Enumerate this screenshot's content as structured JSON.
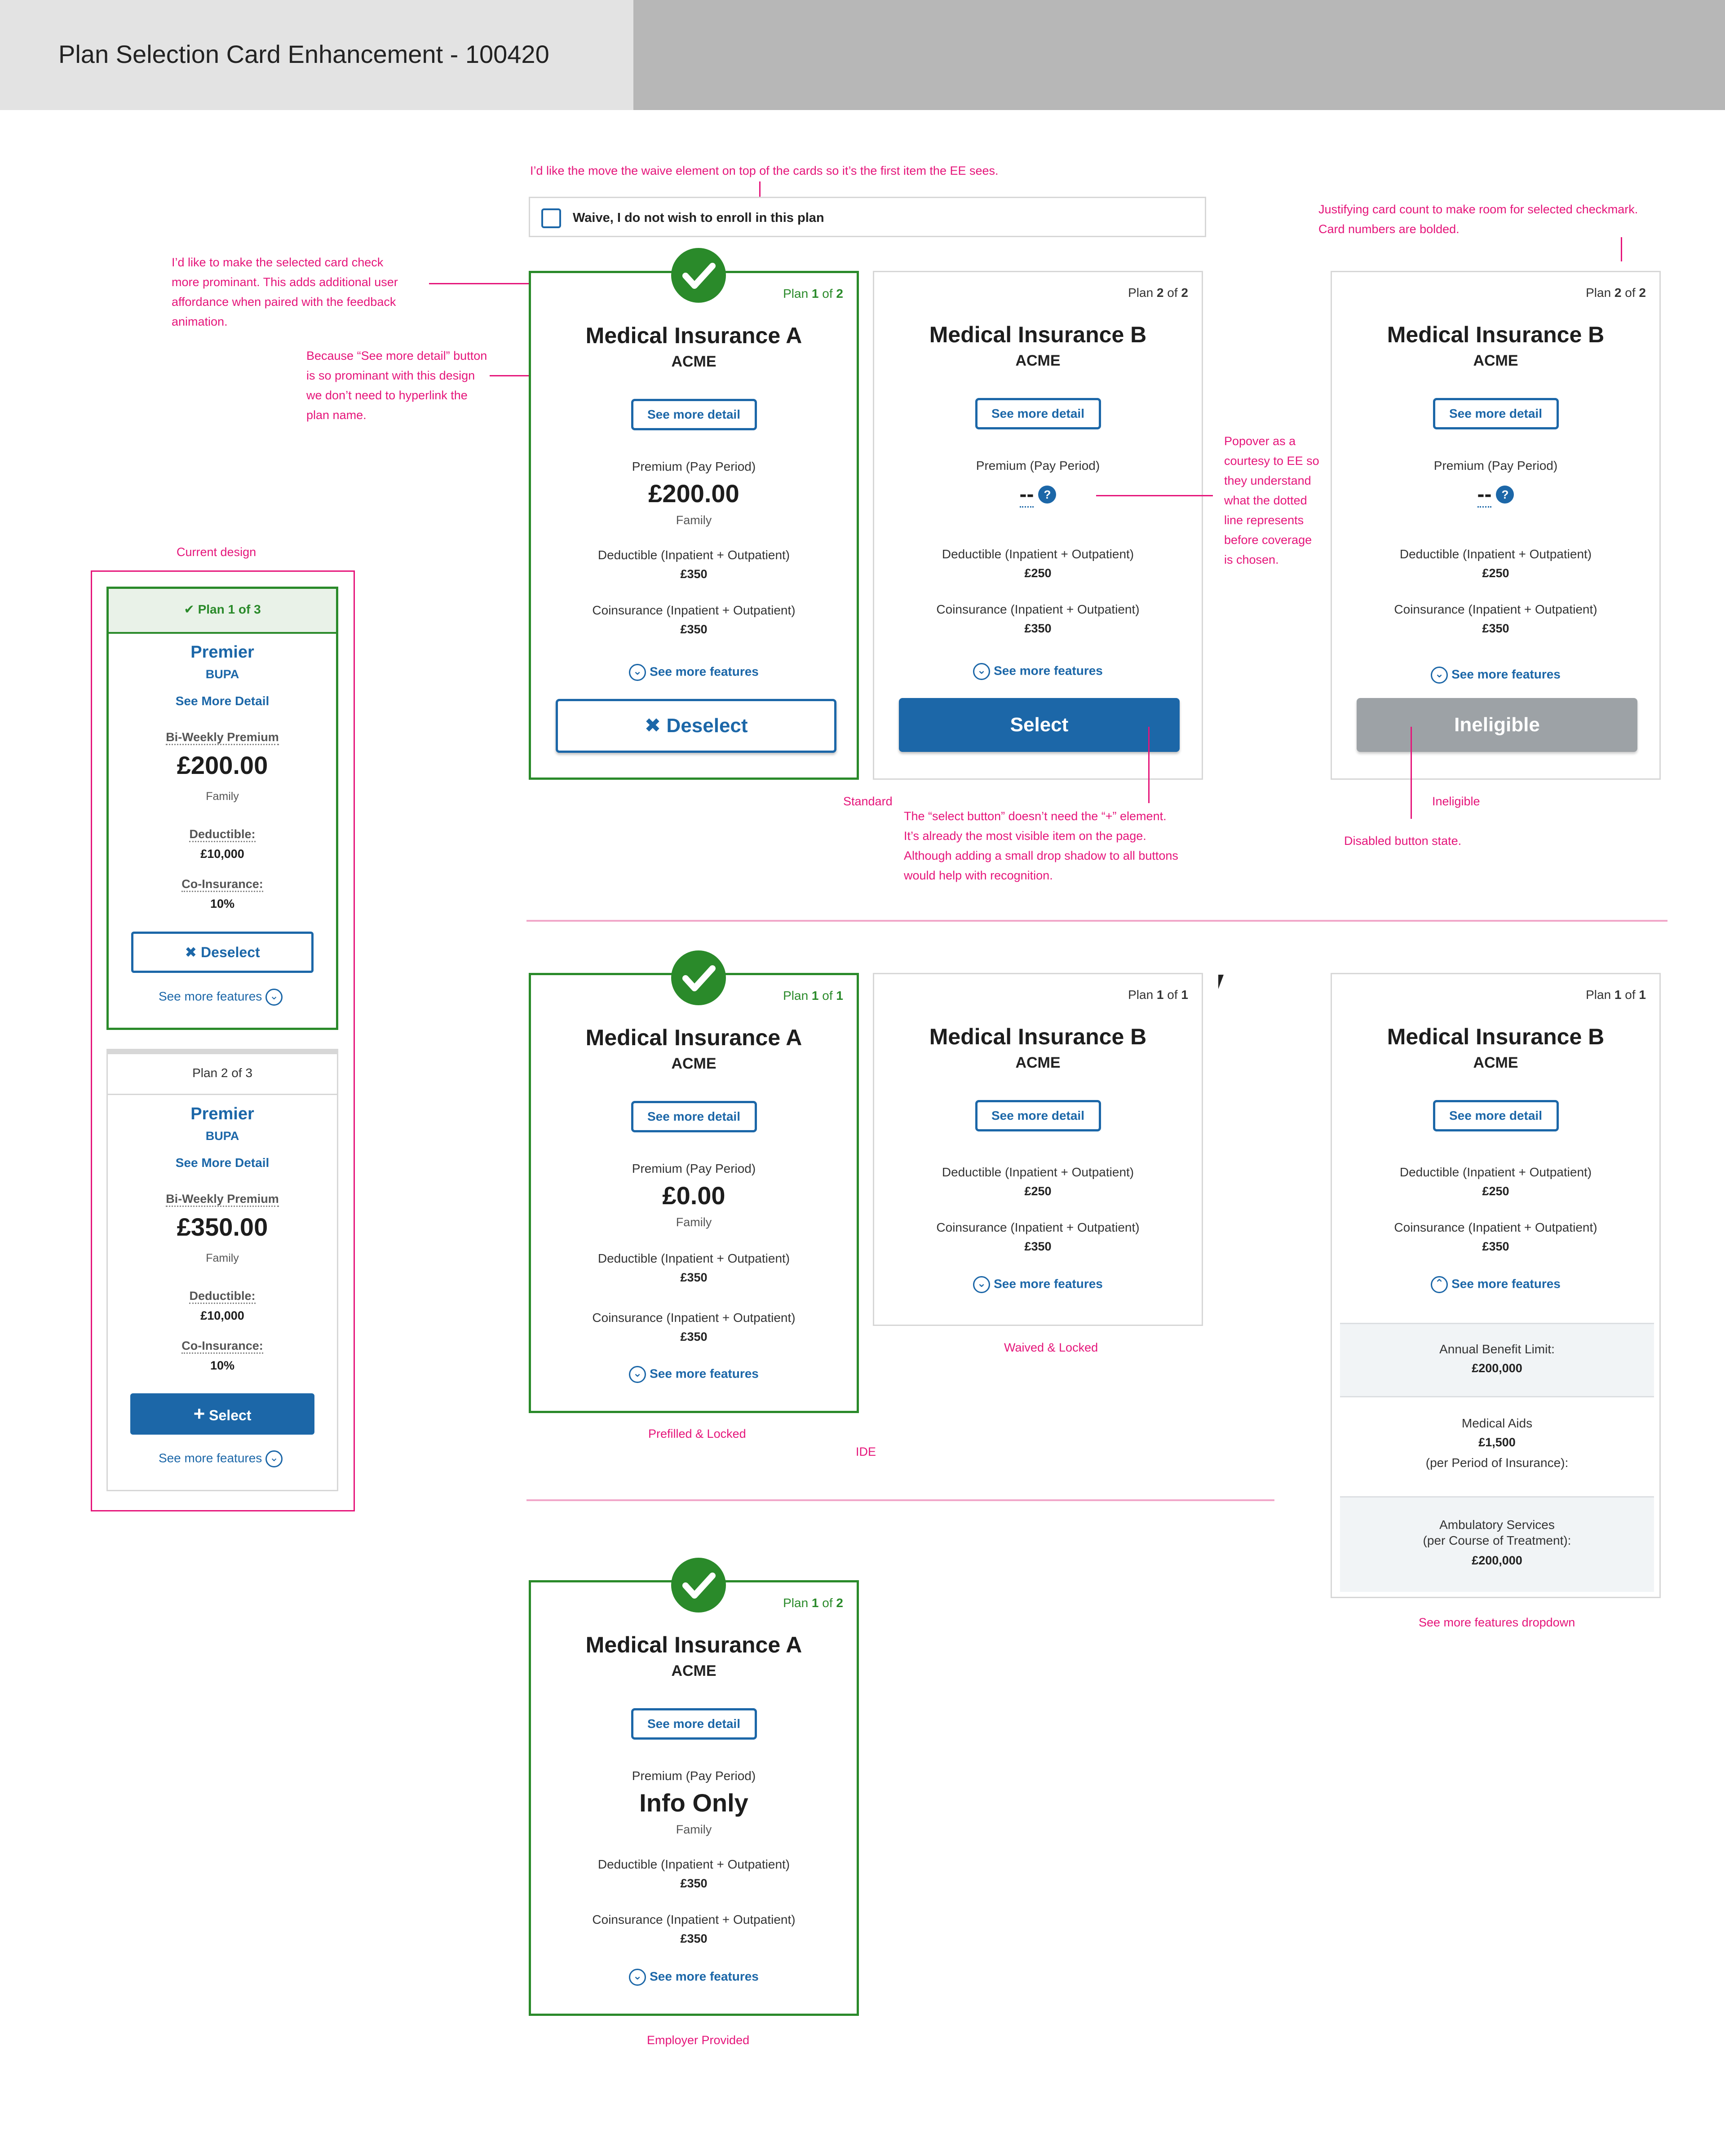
{
  "header": {
    "title": "Plan Selection Card Enhancement - 100420"
  },
  "colors": {
    "annotation": "#e5157a",
    "brand_blue": "#1c67a8",
    "selected_green": "#2a8a2a",
    "disabled_gray": "#9da2a6"
  },
  "waive": {
    "label": "Waive, I do not wish to enroll in this plan"
  },
  "notes": {
    "waive_move": "I’d like the move the waive element on top of the cards so it’s the first item the EE sees.",
    "justify": [
      "Justifying card count to make room for selected checkmark.",
      "Card numbers are bolded."
    ],
    "check_prominent": [
      "I’d like to make the selected card check",
      "more prominant. This adds additional user",
      "affordance when paired with the feedback",
      "animation."
    ],
    "see_more_detail": [
      "Because “See more detail” button",
      "is so prominant with this design",
      "we don’t need to hyperlink the",
      "plan name."
    ],
    "popover": [
      "Popover as a",
      "courtesy to EE so",
      "they understand",
      "what the dotted",
      "line represents",
      "before coverage",
      "is chosen."
    ],
    "select_button": [
      "The “select button” doesn’t need the “+” element.",
      "It’s already the most visible item on the page.",
      "Although adding a small drop shadow to all buttons",
      "would help with recognition."
    ],
    "disabled": "Disabled button state.",
    "current_design": "Current design",
    "standard": "Standard",
    "ineligible": "Ineligible",
    "prefilled": "Prefilled & Locked",
    "ide": "IDE",
    "waived": "Waived & Locked",
    "dropdown": "See more features dropdown",
    "employer": "Employer Provided"
  },
  "common": {
    "see_more_detail": "See more detail",
    "premium_label": "Premium (Pay Period)",
    "family": "Family",
    "deductible_label": "Deductible (Inpatient + Outpatient)",
    "coinsurance_label": "Coinsurance (Inpatient + Outpatient)",
    "see_more_features": "See more features",
    "carrier": "ACME",
    "plan_word": "Plan",
    "of_word": "of",
    "dash": "--",
    "question": "?"
  },
  "cards": {
    "a1": {
      "title": "Medical Insurance A",
      "n": "1",
      "total": "2",
      "premium": "£200.00",
      "deductible": "£350",
      "coinsurance": "£350",
      "button": "Deselect"
    },
    "b1": {
      "title": "Medical Insurance B",
      "n": "2",
      "total": "2",
      "deductible": "£250",
      "coinsurance": "£350",
      "button": "Select"
    },
    "c1": {
      "title": "Medical Insurance B",
      "n": "2",
      "total": "2",
      "deductible": "£250",
      "coinsurance": "£350",
      "button": "Ineligible"
    },
    "a2": {
      "title": "Medical Insurance A",
      "n": "1",
      "total": "1",
      "premium": "£0.00",
      "deductible": "£350",
      "coinsurance": "£350"
    },
    "b2": {
      "title": "Medical Insurance B",
      "n": "1",
      "total": "1",
      "deductible": "£250",
      "coinsurance": "£350"
    },
    "c2": {
      "title": "Medical Insurance B",
      "n": "1",
      "total": "1",
      "deductible": "£250",
      "coinsurance": "£350",
      "extras": [
        {
          "label": "Annual Benefit Limit:",
          "value": "£200,000"
        },
        {
          "label": "Medical Aids",
          "value": "£1,500",
          "sub": "(per Period of Insurance):"
        },
        {
          "label": "Ambulatory Services",
          "label2": "(per Course of Treatment):",
          "value": "£200,000"
        }
      ]
    },
    "a3": {
      "title": "Medical Insurance A",
      "n": "1",
      "total": "2",
      "premium": "Info Only",
      "deductible": "£350",
      "coinsurance": "£350"
    }
  },
  "current": {
    "card1": {
      "header": "Plan 1 of 3",
      "name": "Premier",
      "carrier": "BUPA",
      "detail": "See More Detail",
      "premium_label": "Bi-Weekly Premium",
      "premium": "£200.00",
      "family": "Family",
      "deductible_label": "Deductible:",
      "deductible": "£10,000",
      "coins_label": "Co-Insurance:",
      "coins": "10%",
      "button": "Deselect",
      "features": "See more features"
    },
    "card2": {
      "header": "Plan 2 of 3",
      "name": "Premier",
      "carrier": "BUPA",
      "detail": "See More Detail",
      "premium_label": "Bi-Weekly Premium",
      "premium": "£350.00",
      "family": "Family",
      "deductible_label": "Deductible:",
      "deductible": "£10,000",
      "coins_label": "Co-Insurance:",
      "coins": "10%",
      "button": "Select",
      "features": "See more features"
    }
  }
}
